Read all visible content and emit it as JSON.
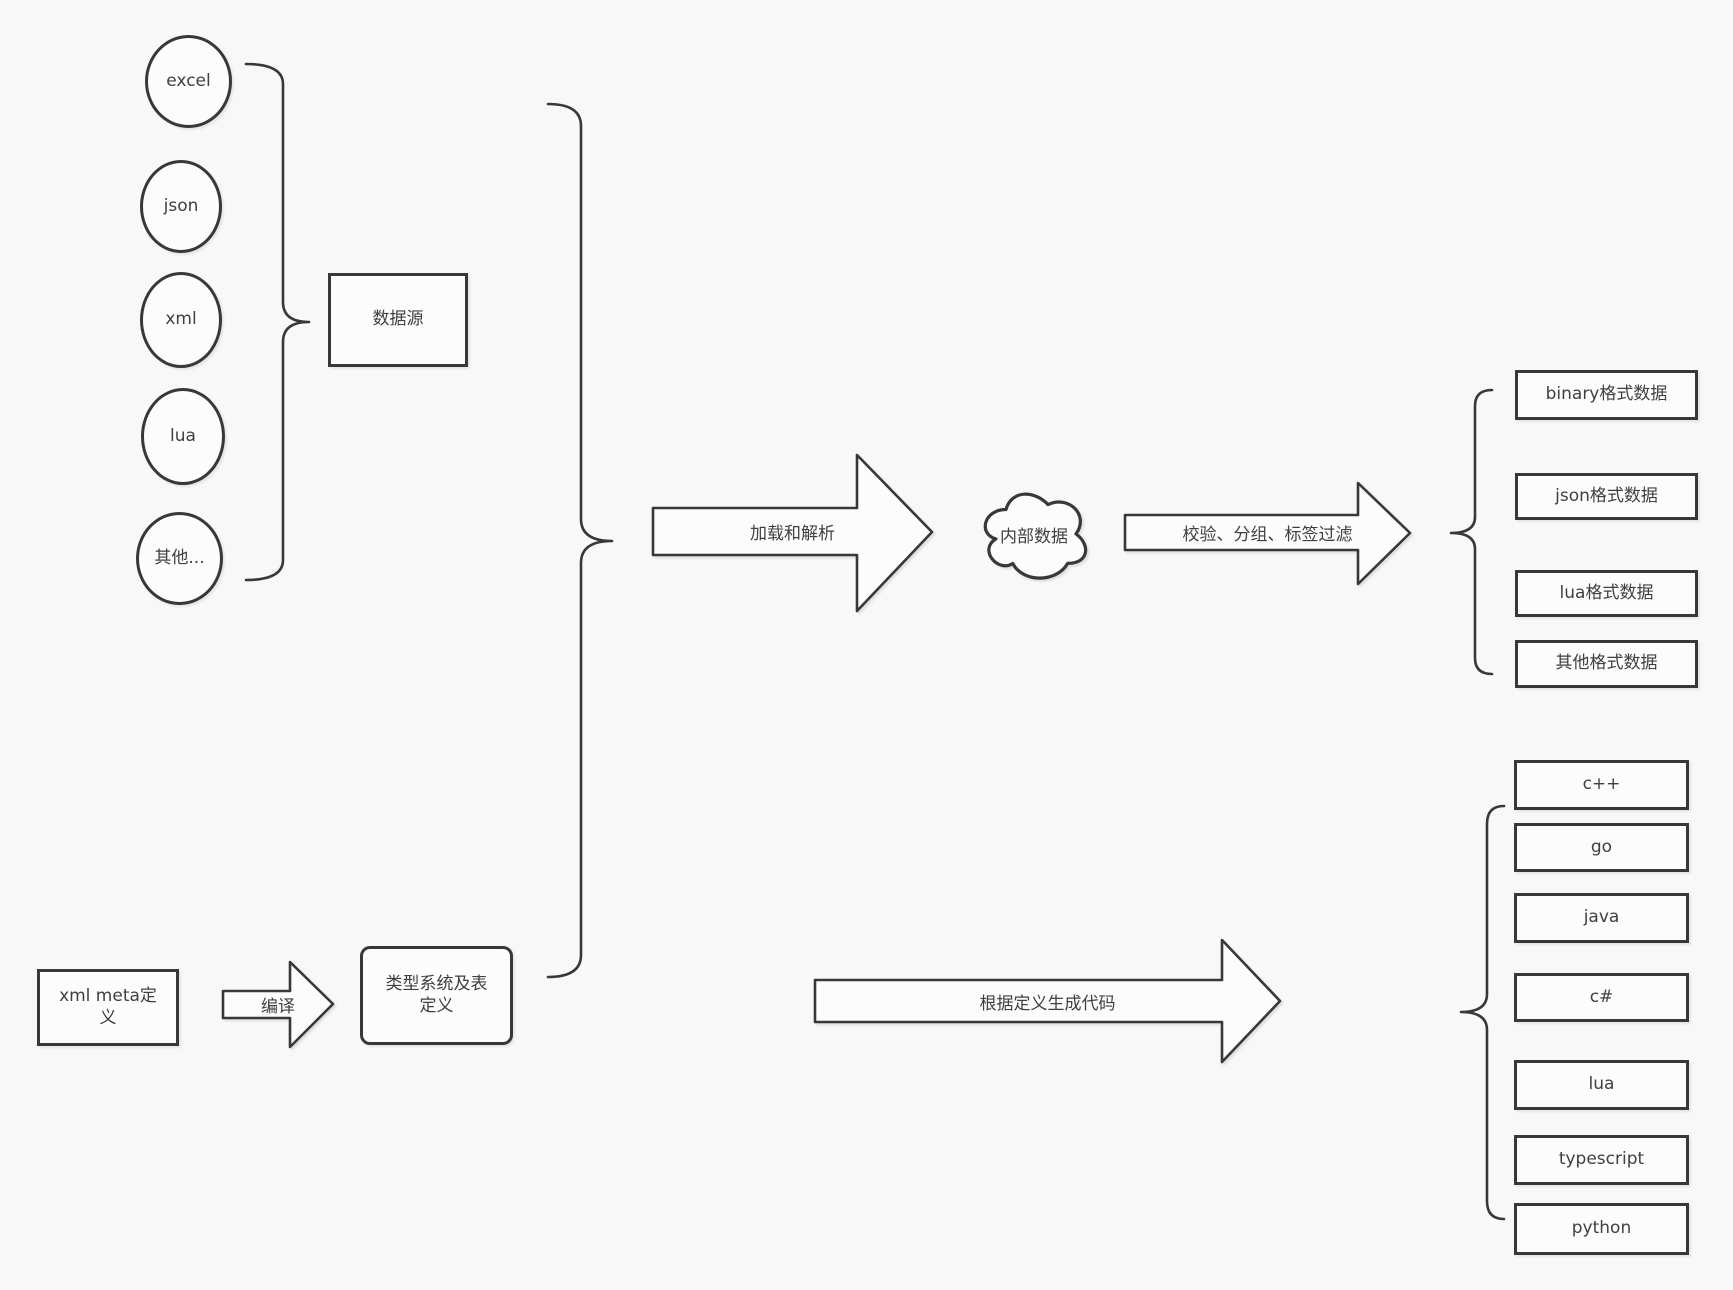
{
  "sources": {
    "items": [
      "excel",
      "json",
      "xml",
      "lua",
      "其他..."
    ],
    "group_label": "数据源"
  },
  "flow": {
    "load_parse_label": "加载和解析",
    "internal_data_label": "内部数据",
    "filter_label": "校验、分组、标签过滤",
    "codegen_label": "根据定义生成代码",
    "compile_label": "编译"
  },
  "definitions": {
    "xml_meta_label": "xml meta定义",
    "type_system_label": "类型系统及表定义"
  },
  "outputs": {
    "formats": [
      "binary格式数据",
      "json格式数据",
      "lua格式数据",
      "其他格式数据"
    ],
    "languages": [
      "c++",
      "go",
      "java",
      "c#",
      "lua",
      "typescript",
      "python"
    ]
  },
  "colors": {
    "stroke": "#383838",
    "text": "#3f3f3f",
    "background": "#f8f8f8",
    "shape_fill": "#fcfcfc"
  }
}
